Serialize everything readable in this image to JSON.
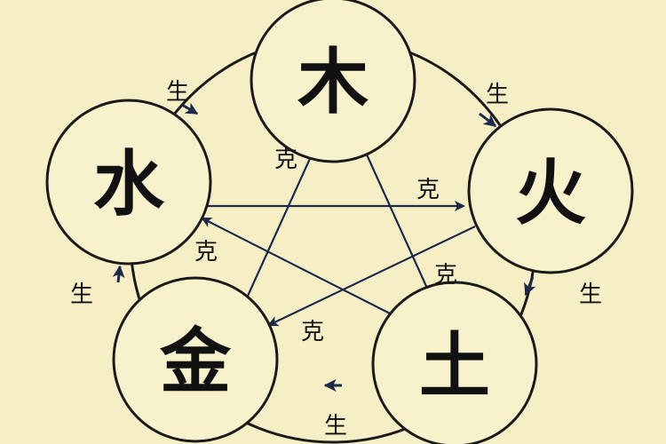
{
  "diagram": {
    "elements": {
      "wood": "木",
      "fire": "火",
      "earth": "土",
      "metal": "金",
      "water": "水"
    },
    "generating_label": "生",
    "controlling_label": "克",
    "colors": {
      "background": "#f6efc6",
      "circle_fill": "#f8f2cc",
      "stroke": "#1a1a1a",
      "arrow": "#1b2a4a"
    }
  }
}
